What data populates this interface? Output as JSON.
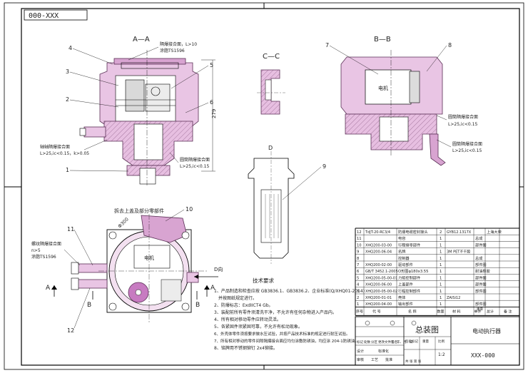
{
  "drawing_number_top": "000-XXX",
  "views": {
    "aa": "A—A",
    "bb": "B—B",
    "cc": "C—C",
    "d": "D",
    "d_dir": "D向",
    "bottom_caption": "拆去上盖及部分零部件",
    "arrow_a": "A",
    "arrow_b": "B"
  },
  "aa_notes": {
    "top_gap_1": "隔爆接合面，L>10",
    "top_gap_2": "涂脂TS1596",
    "dim_279": "279",
    "left_flame_1": "轴轴隔爆接合面",
    "left_flame_2": "L>25,ic<0.15，k>0.05",
    "right_flame_1": "圆筒隔爆接合面",
    "right_flame_2": "L>25,ic<0.15"
  },
  "bb_notes": {
    "flame1_1": "圆筒隔爆接合面",
    "flame1_2": "L>25,ic<0.15",
    "flame2_1": "圆筒隔爆接合面",
    "flame2_2": "L>25,ic<0.15",
    "motor_label": "电机"
  },
  "bottom_notes": {
    "thread_1": "螺纹隔爆接合面",
    "thread_2": "n>5",
    "thread_3": "涂脂TS1596",
    "dia": "Φ300",
    "motor_label": "电机"
  },
  "callouts": {
    "aa": [
      "4",
      "3",
      "2",
      "1",
      "5",
      "6"
    ],
    "cc_bb": [
      "7",
      "8"
    ],
    "d_view": [
      "9"
    ],
    "bottom": [
      "10",
      "11",
      "12"
    ]
  },
  "tech_req": {
    "title": "技术要求",
    "items": [
      "1、产品制造和检查应按 GB3836.1、GB3836.2、企业标准(Q/XHQ01-2014)",
      "并按图纸规定进行。",
      "2、防爆标志：ExdIICT4 Gb。",
      "3、装配前所有零件须清洗干净，不允许有任何杂物进入产品内。",
      "4、所有相对移动零件应转动灵活。",
      "5、各紧固件须紧固可靠，不允许有松动现象。",
      "6、外壳体零件须按要求做水压试验，并按产品技术标准的规定进行耐压试验。",
      "7、所有相对移动的零件间隙隔爆接合面应均匀涂敷防锈油，均应涂 204-1防锈油。",
      "8、铭牌用不锈钢铆钉 2x4铆接。"
    ]
  },
  "bom_rows": [
    [
      "12",
      "TdJT-20-RC3/4",
      "防爆电缆密封接头",
      "2",
      "GYB12.1317X",
      "",
      "上海大荣"
    ],
    [
      "11",
      "",
      "电容",
      "1",
      "",
      "总成",
      ""
    ],
    [
      "10",
      "XHQ200-03-00",
      "行程接零部件",
      "1",
      "",
      "部件图",
      ""
    ],
    [
      "9",
      "XHQ200-06-04",
      "名牌",
      "1",
      "3M PET不干胶",
      "",
      ""
    ],
    [
      "8",
      "",
      "控制器",
      "1",
      "",
      "总成",
      ""
    ],
    [
      "7",
      "XHQ200-02-00",
      "驱动部件",
      "1",
      "",
      "部件图",
      ""
    ],
    [
      "6",
      "GB/T 3452.1-2005",
      "O形圈φ180x3.55",
      "1",
      "",
      "耐油橡胶",
      ""
    ],
    [
      "5",
      "XHQ200-05-00-01",
      "力矩控制部件",
      "1",
      "",
      "部件图",
      ""
    ],
    [
      "4",
      "XHQ200-06-00",
      "上盖部件",
      "1",
      "",
      "部件图",
      ""
    ],
    [
      "3",
      "XHQ200-05-00-02",
      "行程控制部件",
      "1",
      "",
      "部件图",
      ""
    ],
    [
      "2",
      "XHQ200-01-01",
      "壳体",
      "1",
      "ZAISi12",
      "",
      ""
    ],
    [
      "1",
      "XHQ200-04-00",
      "输出部件",
      "1",
      "",
      "部件图",
      ""
    ]
  ],
  "bom_header": [
    "序号",
    "代 号",
    "名 称",
    "数量",
    "材 料",
    "单件",
    "总计",
    "备 注"
  ],
  "bom_weight_label": "重量",
  "title_block": {
    "drawing_title": "总装图",
    "product_name": "电动执行器",
    "drawing_number": "XXX-000",
    "scale": "1:2",
    "row_labels": [
      "标记",
      "处数",
      "分区",
      "更改文件号",
      "签名",
      "年、月、日"
    ],
    "roles": [
      "设计",
      "标准化",
      "审核",
      "工艺",
      "批准"
    ],
    "stage_labels": [
      "阶段标记",
      "重量",
      "比例"
    ],
    "sheet_label": "共   张  第   张"
  }
}
